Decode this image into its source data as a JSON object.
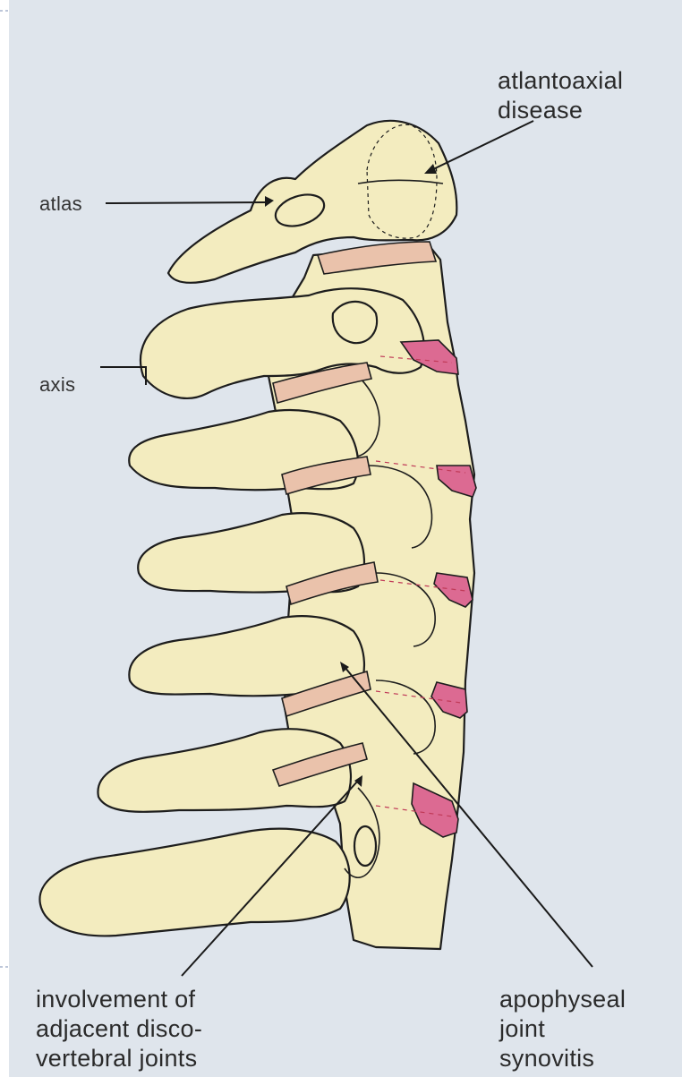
{
  "labels": {
    "atlas": "atlas",
    "axis": "axis",
    "atlantoaxial": "atlantoaxial\ndisease",
    "involvement": "involvement of\nadjacent disco-\nvertebral joints",
    "apophyseal": "apophyseal\njoint\nsynovitis"
  },
  "colors": {
    "background": "#dfe5ec",
    "bone": "#f3ecbf",
    "disc": "#eac2ab",
    "synovitis": "#dc6a92"
  }
}
